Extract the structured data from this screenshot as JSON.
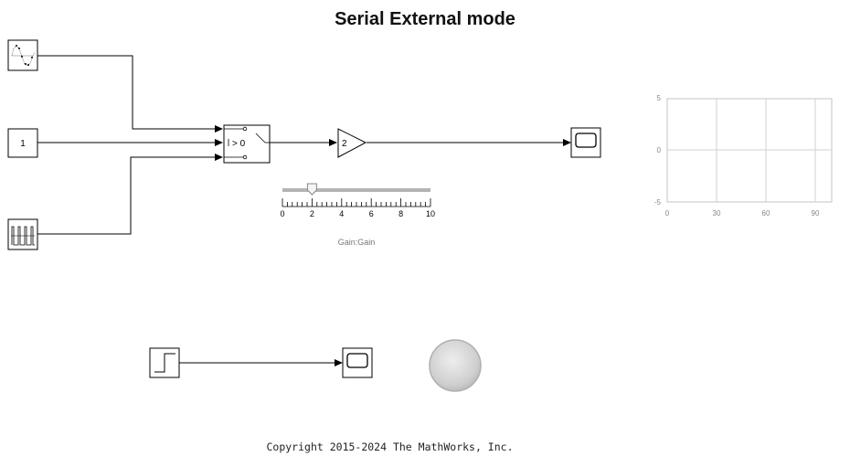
{
  "title": "Serial External mode",
  "copyright": "Copyright 2015-2024 The MathWorks, Inc.",
  "blocks": {
    "constant_value": "1",
    "switch_threshold": "> 0",
    "gain_value": "2"
  },
  "slider": {
    "value": 2,
    "min": 0,
    "max": 10,
    "ticks": [
      "0",
      "2",
      "4",
      "6",
      "8",
      "10"
    ],
    "label": "Gain:Gain"
  },
  "scope_plot": {
    "y_ticks": [
      "5",
      "0",
      "-5"
    ],
    "x_ticks": [
      "0",
      "30",
      "60",
      "90"
    ]
  },
  "lamp": {
    "state": "off"
  }
}
